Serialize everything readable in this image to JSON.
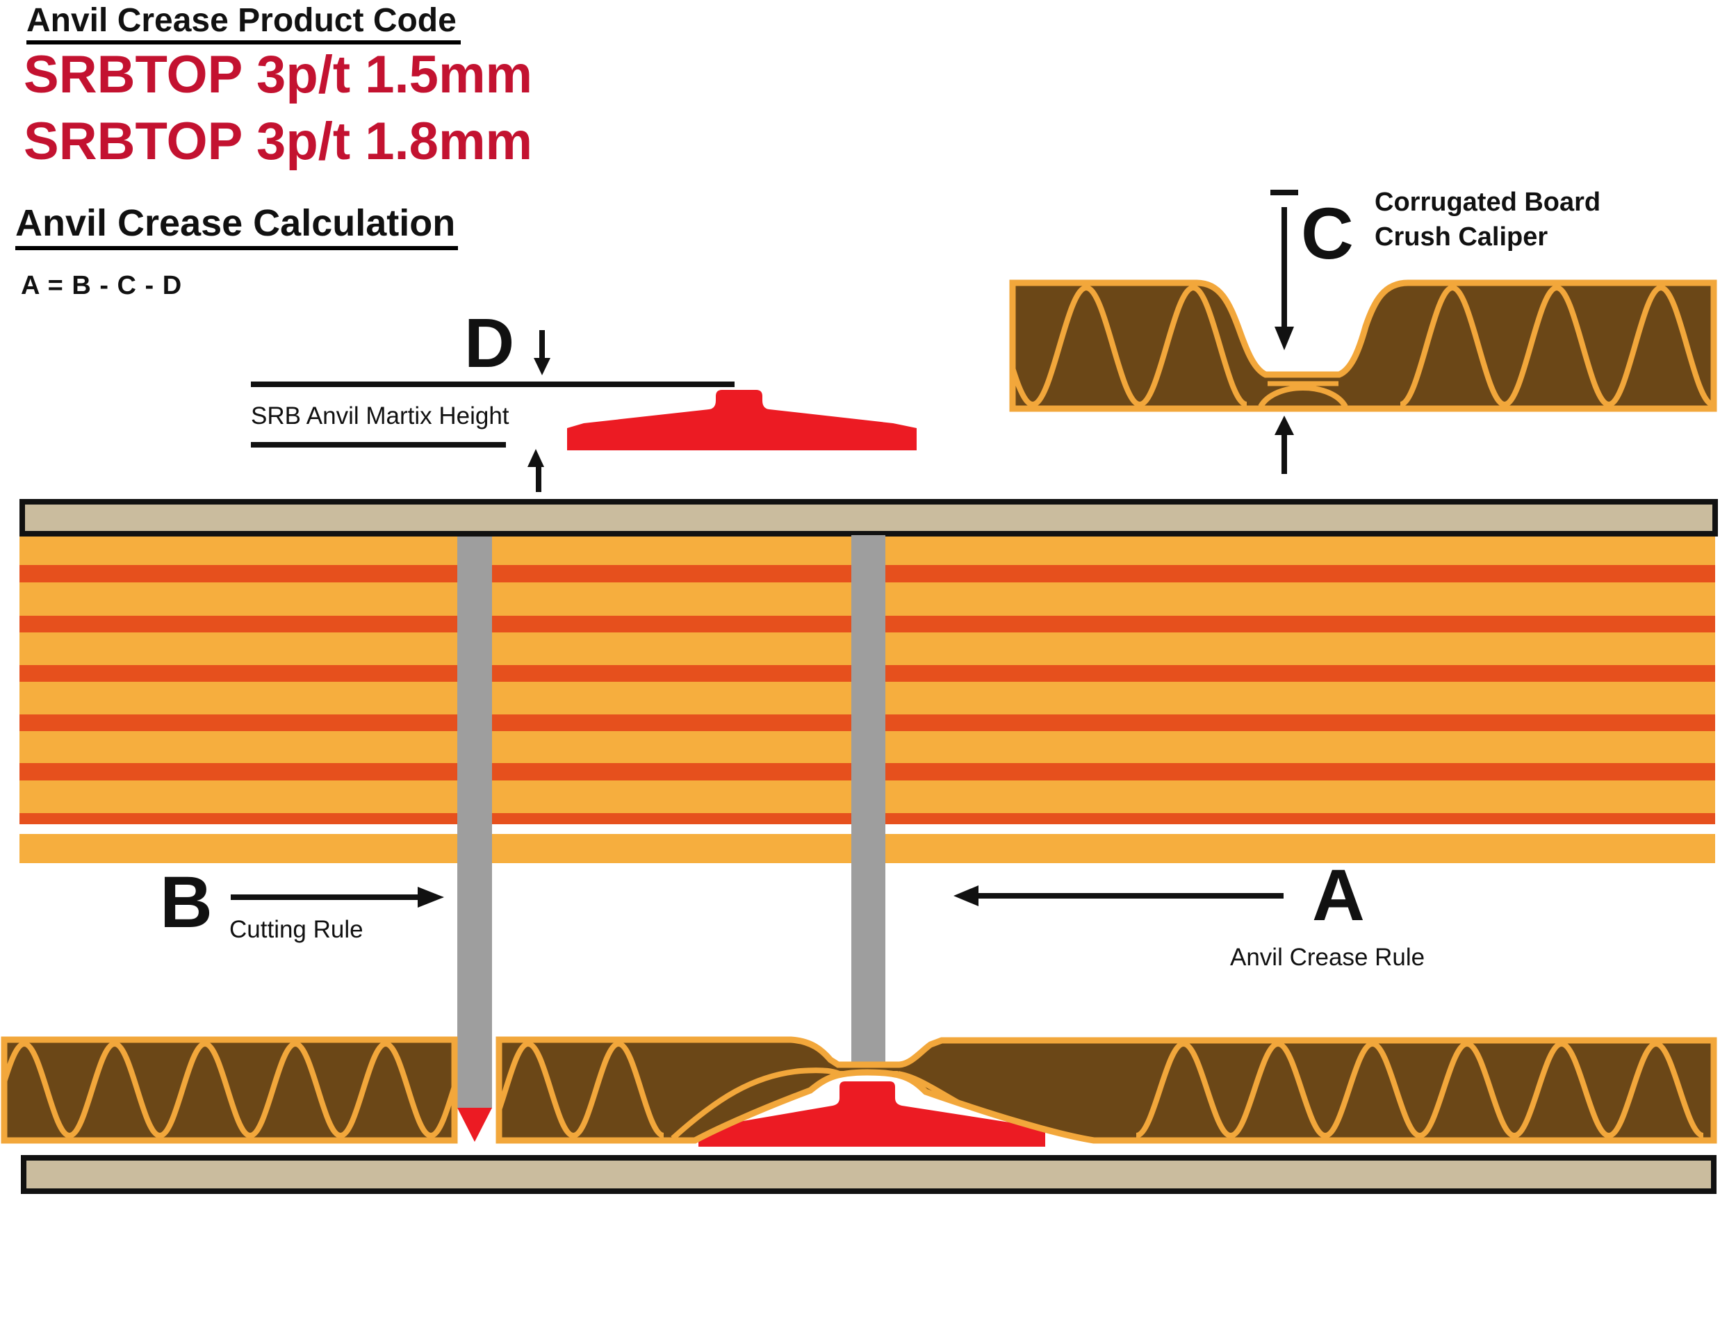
{
  "header": {
    "title": "Anvil Crease Product Code",
    "product_codes": [
      "SRBTOP 3p/t 1.5mm",
      "SRBTOP 3p/t 1.8mm"
    ]
  },
  "calculation": {
    "heading": "Anvil Crease Calculation",
    "formula": "A = B - C - D"
  },
  "labels": {
    "a": {
      "letter": "A",
      "caption": "Anvil Crease Rule"
    },
    "b": {
      "letter": "B",
      "caption": "Cutting Rule"
    },
    "c": {
      "letter": "C",
      "caption_line1": "Corrugated Board",
      "caption_line2": "Crush Caliper"
    },
    "d": {
      "letter": "D",
      "caption": "SRB Anvil Martix Height"
    }
  },
  "colors": {
    "code-red": "#c31230",
    "anvil-red": "#ec1b23",
    "stripe-yellow": "#f6ae3e",
    "stripe-red": "#e6501d",
    "board-brown": "#6b4717",
    "flute-yellow": "#f2a73b",
    "rule-gray": "#9e9e9e",
    "plate-tan": "#cabc9e",
    "ink": "#111111",
    "page-bg": "#ffffff"
  }
}
